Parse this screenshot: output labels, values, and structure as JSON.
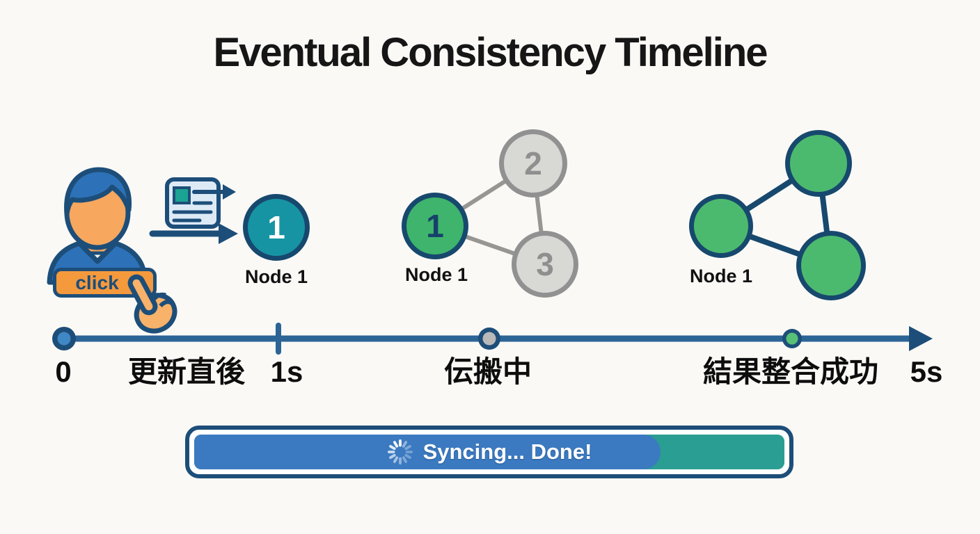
{
  "title": "Eventual Consistency Timeline",
  "actor": {
    "button_label": "click"
  },
  "stages": [
    {
      "label": "Node 1",
      "nodes": [
        {
          "value": "1",
          "state": "updated"
        }
      ]
    },
    {
      "label": "Node 1",
      "nodes": [
        {
          "value": "1",
          "state": "updated"
        },
        {
          "value": "2",
          "state": "stale"
        },
        {
          "value": "3",
          "state": "stale"
        }
      ]
    },
    {
      "label": "Node 1",
      "nodes": [
        {
          "value": "",
          "state": "consistent"
        },
        {
          "value": "",
          "state": "consistent"
        },
        {
          "value": "",
          "state": "consistent"
        }
      ]
    }
  ],
  "timeline": {
    "origin_label": "0",
    "phase1_label": "更新直後",
    "tick1_label": "1s",
    "phase2_label": "伝搬中",
    "phase3_label": "結果整合成功",
    "end_label": "5s"
  },
  "progress": {
    "status_label": "Syncing... Done!",
    "percent_complete": 79
  },
  "icons": {
    "person": "user-person-icon",
    "cursor": "hand-cursor-icon",
    "document": "document-send-icon",
    "spinner": "spinner-icon"
  },
  "colors": {
    "background": "#faf9f6",
    "navy": "#1d4e79",
    "axis_blue": "#2c6496",
    "teal_node": "#1794a4",
    "green_node_numbered": "#3eb46c",
    "green_node": "#4cba6e",
    "gray_node": "#d8d8d5",
    "orange_button": "#f5993d",
    "progress_fill": "#3b7ac1",
    "progress_remainder": "#2a9e93"
  }
}
